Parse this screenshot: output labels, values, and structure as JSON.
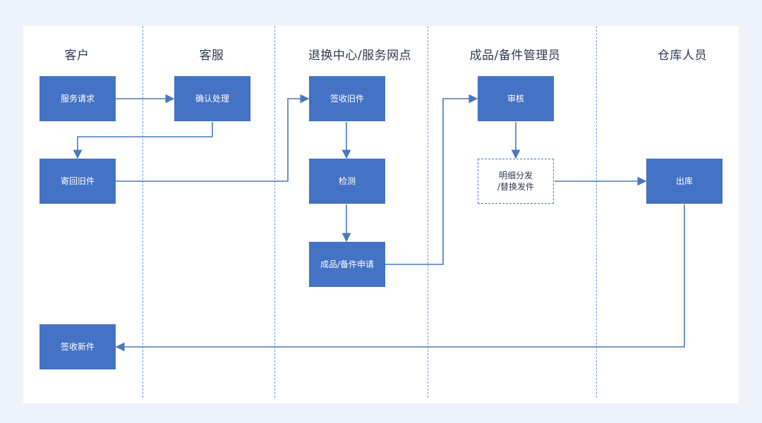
{
  "lanes": [
    {
      "id": "customer",
      "title": "客户"
    },
    {
      "id": "service",
      "title": "客服"
    },
    {
      "id": "center",
      "title": "退换中心/服务网点"
    },
    {
      "id": "manager",
      "title": "成品/备件管理员"
    },
    {
      "id": "warehouse",
      "title": "仓库人员"
    }
  ],
  "nodes": {
    "service_request": "服务请求",
    "confirm_process": "确认处理",
    "send_back_old": "寄回旧件",
    "sign_old": "签收旧件",
    "inspect": "检测",
    "apply_parts": "成品/备件申请",
    "review": "审核",
    "detail_line1": "明细分发",
    "detail_line2": "/替换发件",
    "outbound": "出库",
    "sign_new": "签收新件"
  },
  "colors": {
    "box": "#4472c4",
    "line": "#4a78c2",
    "divider": "#6f9bd3",
    "background": "#eef3fb"
  }
}
